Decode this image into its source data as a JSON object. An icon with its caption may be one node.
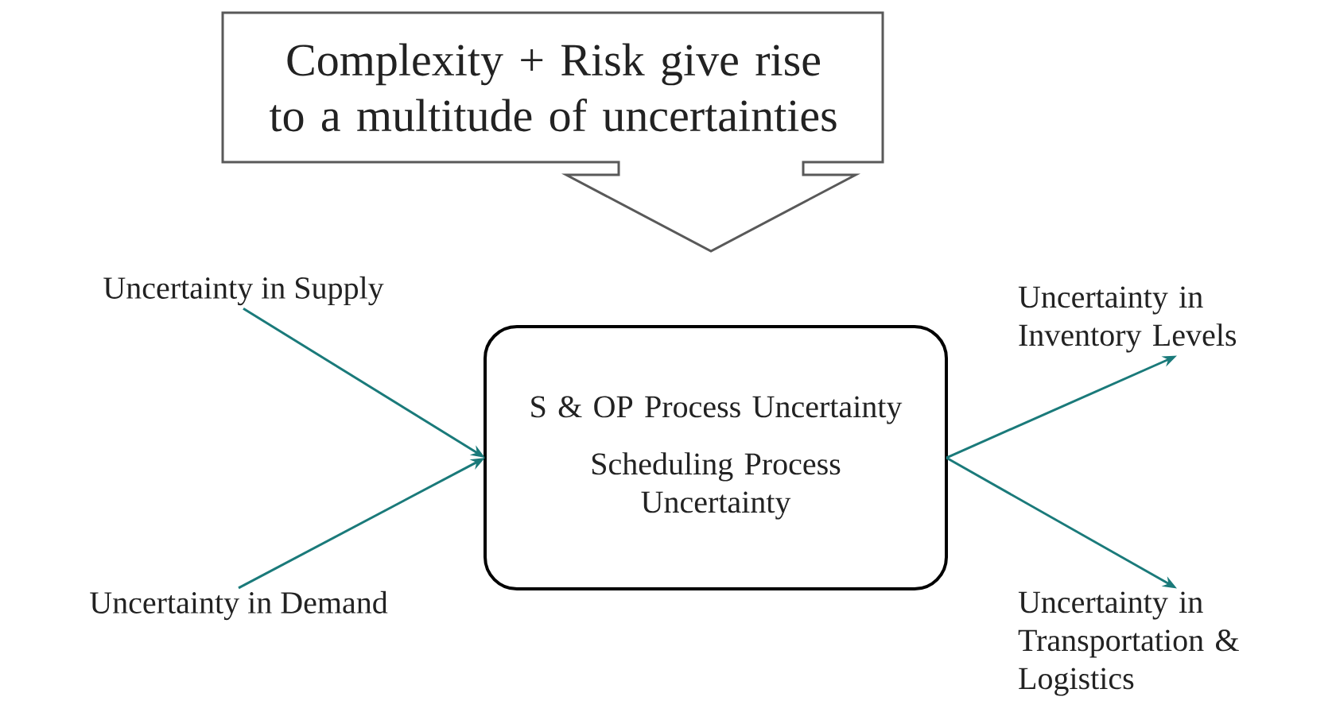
{
  "diagram": {
    "nodes": [
      {
        "text": [
          "Complexity + Risk give rise to a multitude of uncertainties"
        ]
      },
      {
        "text": [
          "Uncertainty in Supply"
        ]
      },
      {
        "text": [
          "Uncertainty in Demand"
        ]
      },
      {
        "text": [
          "S & OP Process Uncertainty",
          "Scheduling Process Uncertainty"
        ]
      },
      {
        "text": [
          "Uncertainty in Inventory Levels"
        ]
      },
      {
        "text": [
          "Uncertainty in Transportation & Logistics"
        ]
      }
    ],
    "edges": [
      {
        "from": 1,
        "to": 3,
        "arrow": "to"
      },
      {
        "from": 2,
        "to": 3,
        "arrow": "to"
      },
      {
        "from": 3,
        "to": 4,
        "arrow": "to"
      },
      {
        "from": 3,
        "to": 5,
        "arrow": "to"
      }
    ]
  }
}
